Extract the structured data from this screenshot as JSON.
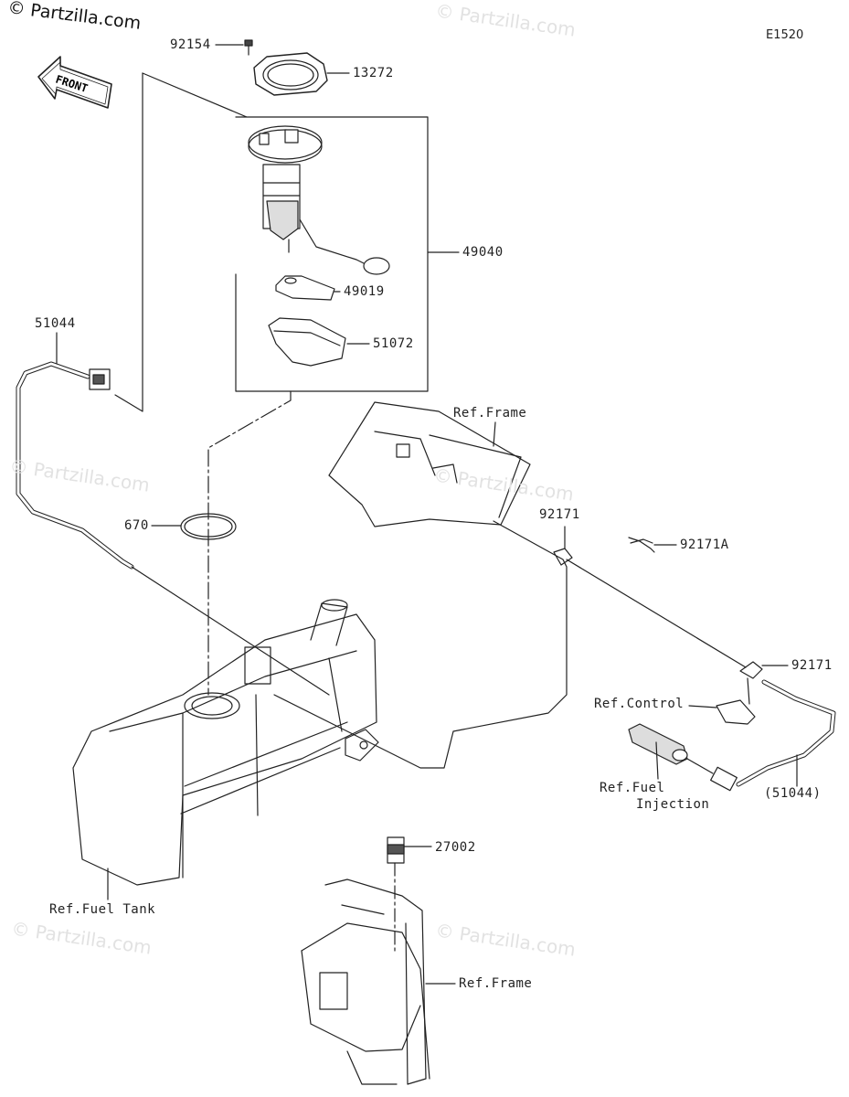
{
  "header": {
    "watermark_main": "© Partzilla.com",
    "diagram_code": "E1520",
    "front_label": "FRONT"
  },
  "watermarks": [
    "© Partzilla.com",
    "© Partzilla.com",
    "© Partzilla.com",
    "© Partzilla.com",
    "© Partzilla.com"
  ],
  "callouts": {
    "p92154": "92154",
    "p13272": "13272",
    "p49040": "49040",
    "p49019": "49019",
    "p51072": "51072",
    "p51044": "51044",
    "p670": "670",
    "ref_frame_top": "Ref.Frame",
    "p92171_a": "92171",
    "p92171A": "92171A",
    "p92171_b": "92171",
    "ref_control": "Ref.Control",
    "ref_fuel_injection_1": "Ref.Fuel",
    "ref_fuel_injection_2": "Injection",
    "p51044_paren": "(51044)",
    "p27002": "27002",
    "ref_fuel_tank": "Ref.Fuel Tank",
    "ref_frame_bottom": "Ref.Frame"
  }
}
